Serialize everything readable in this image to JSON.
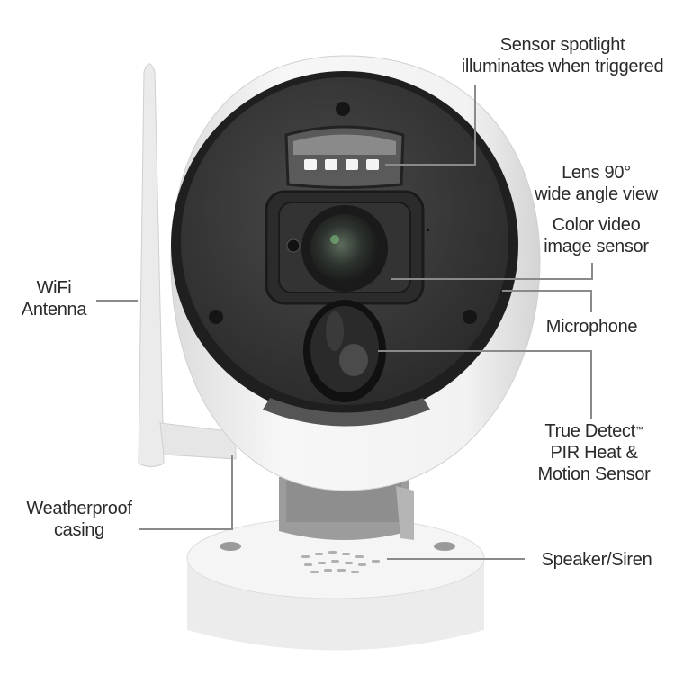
{
  "callouts": {
    "spotlight": {
      "line1": "Sensor spotlight",
      "line2": "illuminates when triggered"
    },
    "lens": {
      "line1": "Lens 90°",
      "line2": "wide angle view"
    },
    "color_sensor": {
      "line1": "Color video",
      "line2": "image sensor"
    },
    "microphone": {
      "line1": "Microphone"
    },
    "pir": {
      "line1": "True Detect",
      "trademark": "™",
      "line2": "PIR Heat &",
      "line3": "Motion Sensor"
    },
    "speaker": {
      "line1": "Speaker/Siren"
    },
    "wifi": {
      "line1": "WiFi",
      "line2": "Antenna"
    },
    "casing": {
      "line1": "Weatherproof",
      "line2": "casing"
    }
  },
  "colors": {
    "leader_line": "#8a8a8a",
    "text": "#2a2a2a",
    "housing": "#f2f2f2",
    "face": "#3a3a3a"
  }
}
